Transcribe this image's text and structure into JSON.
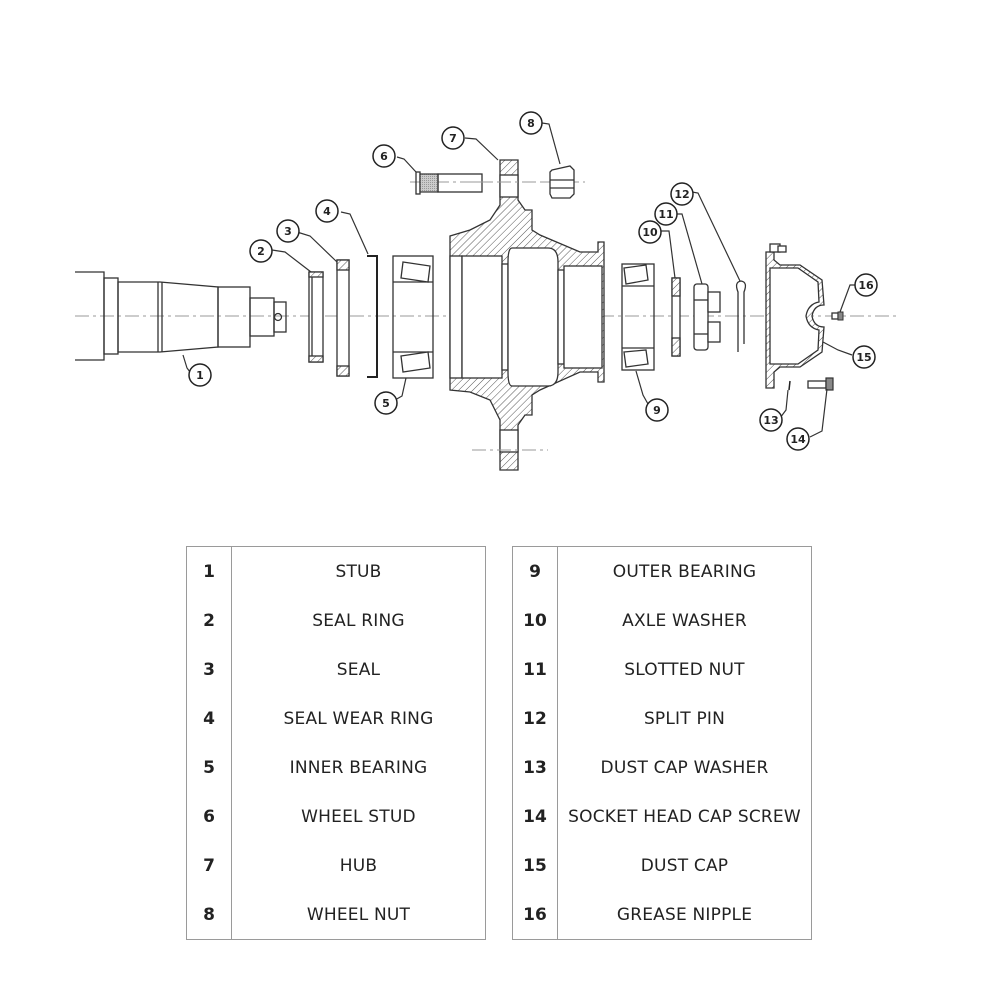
{
  "diagram": {
    "title": "Wheel hub assembly exploded view",
    "balloons": [
      {
        "id": "1",
        "label": "1"
      },
      {
        "id": "2",
        "label": "2"
      },
      {
        "id": "3",
        "label": "3"
      },
      {
        "id": "4",
        "label": "4"
      },
      {
        "id": "5",
        "label": "5"
      },
      {
        "id": "6",
        "label": "6"
      },
      {
        "id": "7",
        "label": "7"
      },
      {
        "id": "8",
        "label": "8"
      },
      {
        "id": "9",
        "label": "9"
      },
      {
        "id": "10",
        "label": "10"
      },
      {
        "id": "11",
        "label": "11"
      },
      {
        "id": "12",
        "label": "12"
      },
      {
        "id": "13",
        "label": "13"
      },
      {
        "id": "14",
        "label": "14"
      },
      {
        "id": "15",
        "label": "15"
      },
      {
        "id": "16",
        "label": "16"
      }
    ]
  },
  "parts_list": {
    "left": [
      {
        "num": "1",
        "name": "STUB"
      },
      {
        "num": "2",
        "name": "SEAL RING"
      },
      {
        "num": "3",
        "name": "SEAL"
      },
      {
        "num": "4",
        "name": "SEAL WEAR RING"
      },
      {
        "num": "5",
        "name": "INNER BEARING"
      },
      {
        "num": "6",
        "name": "WHEEL STUD"
      },
      {
        "num": "7",
        "name": "HUB"
      },
      {
        "num": "8",
        "name": "WHEEL NUT"
      }
    ],
    "right": [
      {
        "num": "9",
        "name": "OUTER BEARING"
      },
      {
        "num": "10",
        "name": "AXLE WASHER"
      },
      {
        "num": "11",
        "name": "SLOTTED NUT"
      },
      {
        "num": "12",
        "name": "SPLIT PIN"
      },
      {
        "num": "13",
        "name": "DUST CAP WASHER"
      },
      {
        "num": "14",
        "name": "SOCKET HEAD CAP SCREW"
      },
      {
        "num": "15",
        "name": "DUST CAP"
      },
      {
        "num": "16",
        "name": "GREASE NIPPLE"
      }
    ]
  }
}
